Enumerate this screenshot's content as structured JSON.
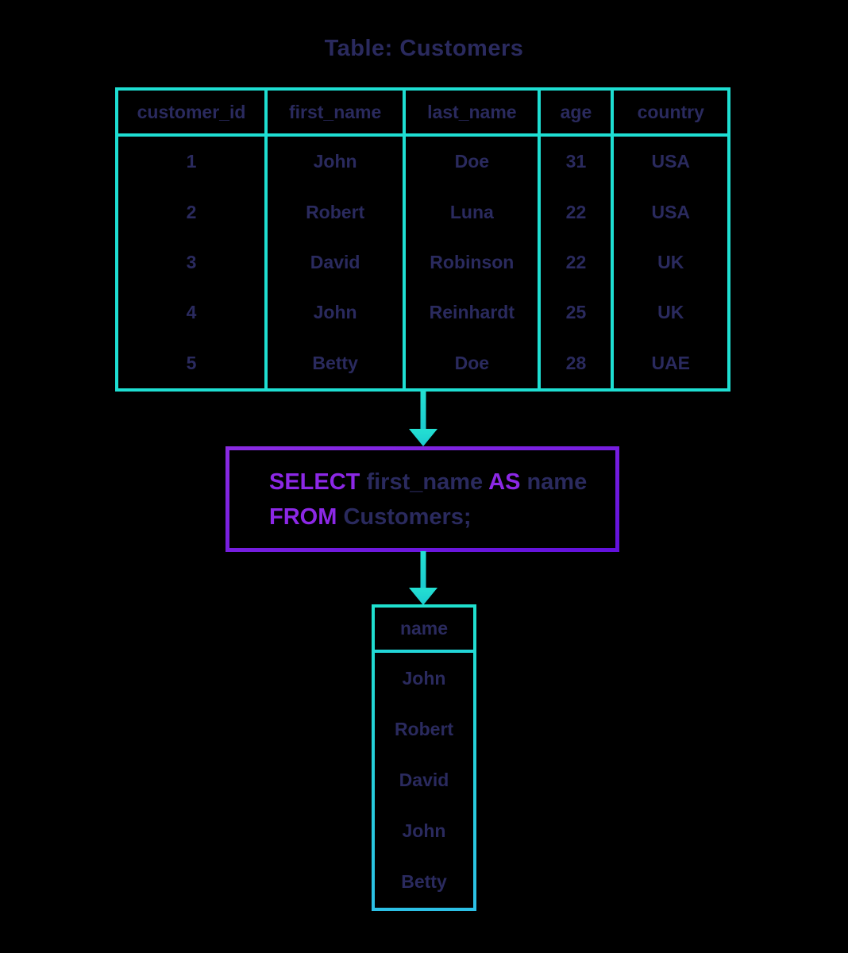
{
  "background_color": "#000000",
  "colors": {
    "table_border_teal": "#1EDED2",
    "result_border_teal_blue": "#2CC0E6",
    "arrow_teal": "#1FD9CF",
    "text_navy": "#2A2A5E",
    "sql_keyword_purple": "#8C28E6",
    "sql_box_border_purple": "#7A24DD"
  },
  "title": "Table: Customers",
  "source_table": {
    "headers": [
      "customer_id",
      "first_name",
      "last_name",
      "age",
      "country"
    ],
    "rows": [
      [
        "1",
        "John",
        "Doe",
        "31",
        "USA"
      ],
      [
        "2",
        "Robert",
        "Luna",
        "22",
        "USA"
      ],
      [
        "3",
        "David",
        "Robinson",
        "22",
        "UK"
      ],
      [
        "4",
        "John",
        "Reinhardt",
        "25",
        "UK"
      ],
      [
        "5",
        "Betty",
        "Doe",
        "28",
        "UAE"
      ]
    ]
  },
  "sql_query": {
    "lines": [
      {
        "segments": [
          {
            "text": "SELECT ",
            "type": "keyword"
          },
          {
            "text": "first_name ",
            "type": "plain"
          },
          {
            "text": "AS ",
            "type": "keyword"
          },
          {
            "text": "name",
            "type": "plain"
          }
        ]
      },
      {
        "segments": [
          {
            "text": "FROM ",
            "type": "keyword"
          },
          {
            "text": "Customers;",
            "type": "plain"
          }
        ]
      }
    ]
  },
  "result_table": {
    "headers": [
      "name"
    ],
    "rows": [
      [
        "John"
      ],
      [
        "Robert"
      ],
      [
        "David"
      ],
      [
        "John"
      ],
      [
        "Betty"
      ]
    ]
  }
}
